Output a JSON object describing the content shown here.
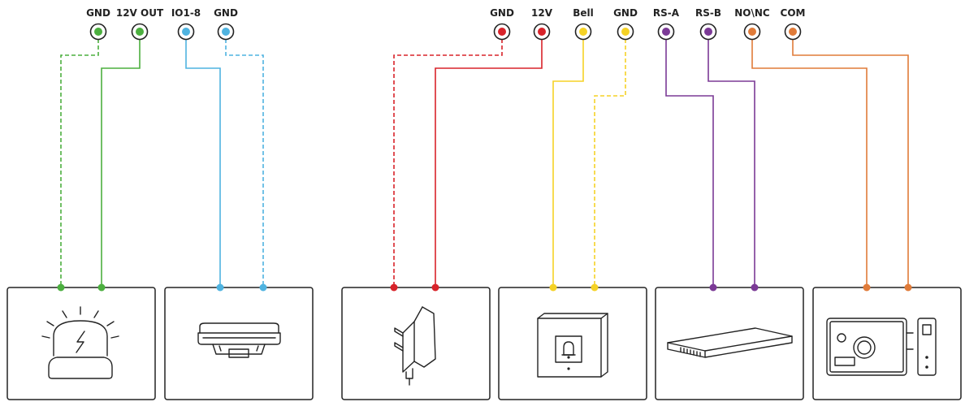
{
  "terminals": [
    {
      "id": "t1",
      "label": "GND",
      "color": "green"
    },
    {
      "id": "t2",
      "label": "12V OUT",
      "color": "green"
    },
    {
      "id": "t3",
      "label": "IO1-8",
      "color": "blue"
    },
    {
      "id": "t4",
      "label": "GND",
      "color": "blue"
    },
    {
      "id": "t5",
      "label": "GND",
      "color": "red"
    },
    {
      "id": "t6",
      "label": "12V",
      "color": "red"
    },
    {
      "id": "t7",
      "label": "Bell",
      "color": "yellow"
    },
    {
      "id": "t8",
      "label": "GND",
      "color": "yellow"
    },
    {
      "id": "t9",
      "label": "RS-A",
      "color": "purple"
    },
    {
      "id": "t10",
      "label": "RS-B",
      "color": "purple"
    },
    {
      "id": "t11",
      "label": "NO\\NC",
      "color": "orange"
    },
    {
      "id": "t12",
      "label": "COM",
      "color": "orange"
    }
  ],
  "devices": [
    {
      "id": "d1",
      "icon": "alarm-siren-icon"
    },
    {
      "id": "d2",
      "icon": "smoke-detector-icon"
    },
    {
      "id": "d3",
      "icon": "power-adapter-icon"
    },
    {
      "id": "d4",
      "icon": "doorbell-button-icon"
    },
    {
      "id": "d5",
      "icon": "rs485-reader-icon"
    },
    {
      "id": "d6",
      "icon": "electric-lock-icon"
    }
  ],
  "colors": {
    "green": "#4caf3f",
    "blue": "#4fb3e0",
    "red": "#d8232a",
    "yellow": "#f5d226",
    "purple": "#7b3a96",
    "orange": "#e07b39",
    "outline": "#222222"
  }
}
